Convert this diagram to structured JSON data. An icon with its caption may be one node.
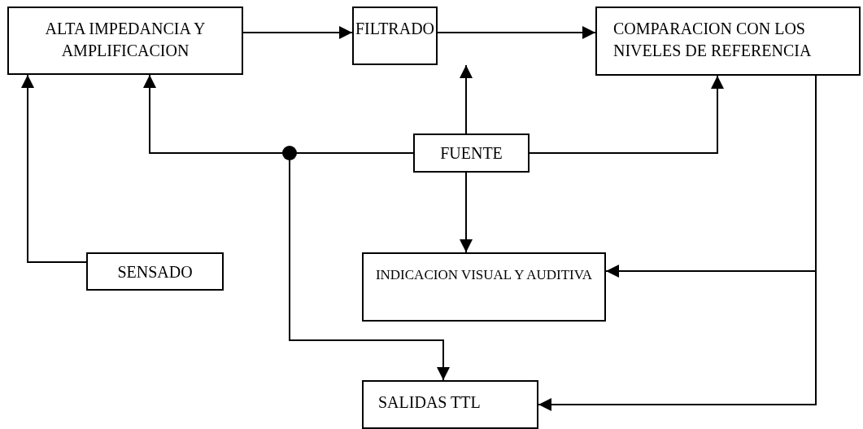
{
  "diagram": {
    "nodes": [
      {
        "text": [
          "ALTA IMPEDANCIA Y AMPLIFICACION"
        ]
      },
      {
        "text": [
          "FILTRADO"
        ]
      },
      {
        "text": [
          "COMPARACION CON LOS NIVELES DE REFERENCIA"
        ]
      },
      {
        "text": [
          "FUENTE"
        ]
      },
      {
        "text": [
          "SENSADO"
        ]
      },
      {
        "text": [
          "INDICACION VISUAL Y AUDITIVA"
        ]
      },
      {
        "text": [
          "SALIDAS TTL"
        ]
      }
    ],
    "edges": [
      {
        "from": 0,
        "to": 1,
        "arrow": "to"
      },
      {
        "from": 1,
        "to": 2,
        "arrow": "to"
      },
      {
        "from": 3,
        "to": 1,
        "arrow": "to"
      },
      {
        "from": 3,
        "to": 2,
        "arrow": "to"
      },
      {
        "from": 3,
        "to": 0,
        "arrow": "to"
      },
      {
        "from": 3,
        "to": 6,
        "arrow": "to"
      },
      {
        "from": 3,
        "to": 5,
        "arrow": "to"
      },
      {
        "from": 4,
        "to": 0,
        "arrow": "to"
      },
      {
        "from": 2,
        "to": 5,
        "arrow": "to"
      },
      {
        "from": 2,
        "to": 6,
        "arrow": "to"
      }
    ]
  }
}
